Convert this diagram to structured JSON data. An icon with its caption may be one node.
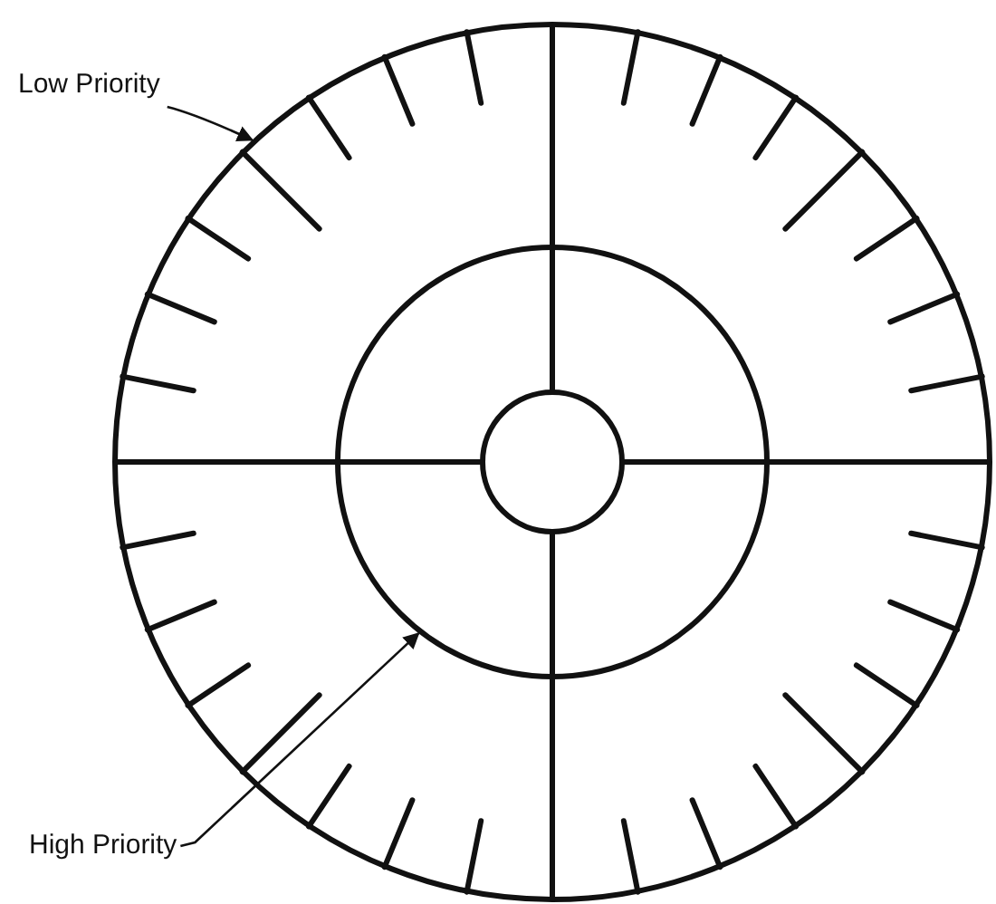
{
  "diagram": {
    "nodes": [
      {
        "text": [],
        "shape": "circle"
      },
      {
        "text": [],
        "shape": "circle",
        "in": 0
      },
      {
        "text": [],
        "shape": "circle",
        "in": 1
      },
      {
        "text": [
          "Low Priority"
        ]
      },
      {
        "text": [
          "High Priority"
        ]
      }
    ],
    "edges": [
      {
        "from": 3,
        "to": 0,
        "arrow": "to"
      },
      {
        "from": 4,
        "to": 1,
        "arrow": "to"
      }
    ]
  }
}
